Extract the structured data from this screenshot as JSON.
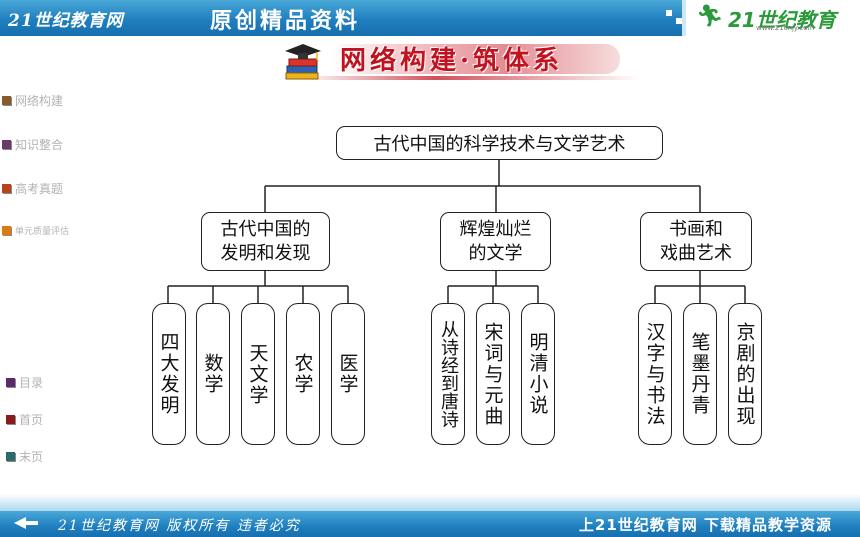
{
  "header": {
    "site_name": "21世纪教育网",
    "slogan": "原创精品资料",
    "logo_text": "21世纪教育",
    "logo_url": "www.21cnjy.com"
  },
  "section": {
    "title": "网络构建·筑体系",
    "icon": "books-graduation-icon"
  },
  "sidebar": {
    "items": [
      {
        "label": "网络构建",
        "color": "#8b5a2b"
      },
      {
        "label": "知识整合",
        "color": "#6b3a6b"
      },
      {
        "label": "高考真题",
        "color": "#b8441a"
      },
      {
        "label": "单元质量评估",
        "color": "#e07a10"
      }
    ],
    "nav": [
      {
        "label": "目录",
        "color": "#5a2a6a"
      },
      {
        "label": "首页",
        "color": "#8b1a1a"
      },
      {
        "label": "末页",
        "color": "#2a6a6a"
      }
    ]
  },
  "tree": {
    "root": "古代中国的科学技术与文学艺术",
    "branches": [
      {
        "label_lines": [
          "古代中国的",
          "发明和发现"
        ],
        "leaves": [
          "四大发明",
          "数学",
          "天文学",
          "农学",
          "医学"
        ]
      },
      {
        "label_lines": [
          "辉煌灿烂",
          "的文学"
        ],
        "leaves": [
          "从诗经到唐诗",
          "宋词与元曲",
          "明清小说"
        ]
      },
      {
        "label_lines": [
          "书画和",
          "戏曲艺术"
        ],
        "leaves": [
          "汉字与书法",
          "笔墨丹青",
          "京剧的出现"
        ]
      }
    ]
  },
  "footer": {
    "left_text": "21世纪教育网  版权所有  违者必究",
    "right_text": "上21世纪教育网  下载精品教学资源"
  },
  "colors": {
    "banner_blue": "#1f7fbf",
    "title_red": "#c1121f"
  }
}
